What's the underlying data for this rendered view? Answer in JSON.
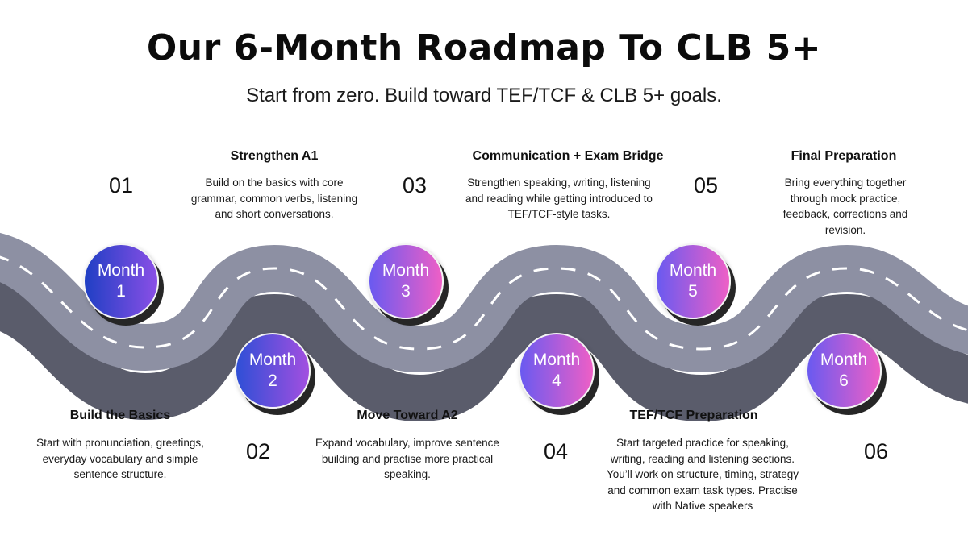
{
  "header": {
    "title": "Our 6-Month Roadmap To CLB 5+",
    "subtitle": "Start from zero. Build toward TEF/TCF & CLB 5+ goals."
  },
  "colors": {
    "road": "#8d90a3",
    "road_dash": "#ffffff",
    "gradient_blue": "#2f4fd6",
    "gradient_purple": "#8a52e8",
    "gradient_pink": "#ee5fc6"
  },
  "milestones": [
    {
      "number": "01",
      "circle_word": "Month",
      "circle_num": "1",
      "heading": "Build the Basics",
      "description": "Start with pronunciation, greetings, everyday vocabulary and simple sentence structure."
    },
    {
      "number": "02",
      "circle_word": "Month",
      "circle_num": "2",
      "heading": "Strengthen A1",
      "description": "Build on the basics with core grammar, common verbs, listening and short conversations."
    },
    {
      "number": "03",
      "circle_word": "Month",
      "circle_num": "3",
      "heading": "Move Toward A2",
      "description": "Expand vocabulary, improve sentence building and practise more practical speaking."
    },
    {
      "number": "04",
      "circle_word": "Month",
      "circle_num": "4",
      "heading": "Communication + Exam Bridge",
      "description": "Strengthen speaking, writing, listening and reading while getting introduced to TEF/TCF-style tasks."
    },
    {
      "number": "05",
      "circle_word": "Month",
      "circle_num": "5",
      "heading": "TEF/TCF Preparation",
      "description": "Start targeted practice for speaking, writing, reading and listening sections. You’ll work on structure, timing, strategy and common exam task types. Practise with Native speakers"
    },
    {
      "number": "06",
      "circle_word": "Month",
      "circle_num": "6",
      "heading": "Final Preparation",
      "description": "Bring everything together through mock practice, feedback, corrections and revision."
    }
  ]
}
